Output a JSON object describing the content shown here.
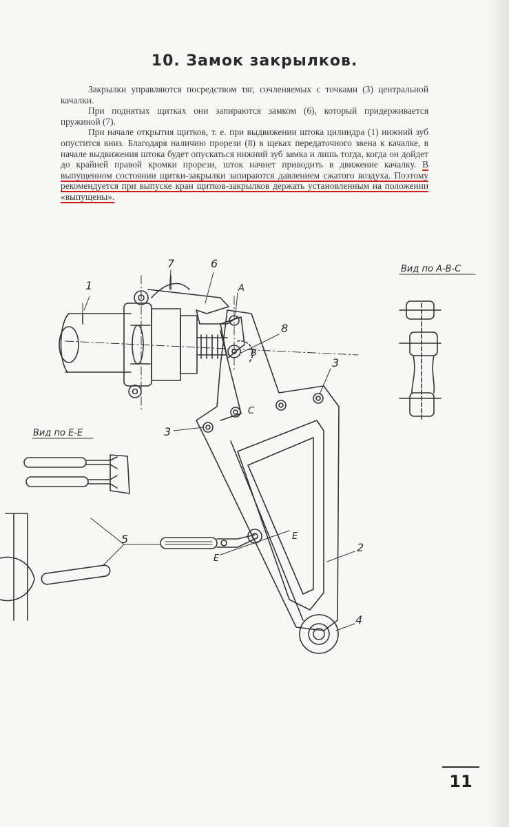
{
  "title": "10. Замок закрылков.",
  "paragraphs": [
    {
      "text": "Закрылки управляются посредством тяг, сочленяемых с точками (3) центральной качалки."
    },
    {
      "text": "При поднятых щитках они запираются замком (6), который придерживается пружиной (7)."
    },
    {
      "text": "При начале открытия щитков, т. е. при выдвижении штока цилиндра (1) нижний зуб опустится вниз. Благодаря наличию прорези (8) в щеках передаточного звена к качалке, в начале выдвижения штока будет опускаться нижний зуб замка и лишь тогда, когда он дойдет до крайней правой кромки прорези, шток начнет приводить в движение качалку. ",
      "highlight": "В выпущенном состоянии щитки-закрылки запираются давлением сжатого воздуха. Поэтому рекомендуется при выпуске кран щитков-закрылков держать установленным на положении «выпущены»."
    }
  ],
  "drawing": {
    "view_abc_label": "Вид по А-В-С",
    "view_ee_label": "Вид по Е-Е",
    "labels": {
      "n1": "1",
      "n2": "2",
      "n3a": "3",
      "n3b": "3",
      "n4": "4",
      "n5": "5",
      "n6": "6",
      "n7": "7",
      "n8": "8",
      "A": "А",
      "B": "В",
      "C": "С",
      "E1": "Е",
      "E2": "Е"
    }
  },
  "page_number": "11"
}
